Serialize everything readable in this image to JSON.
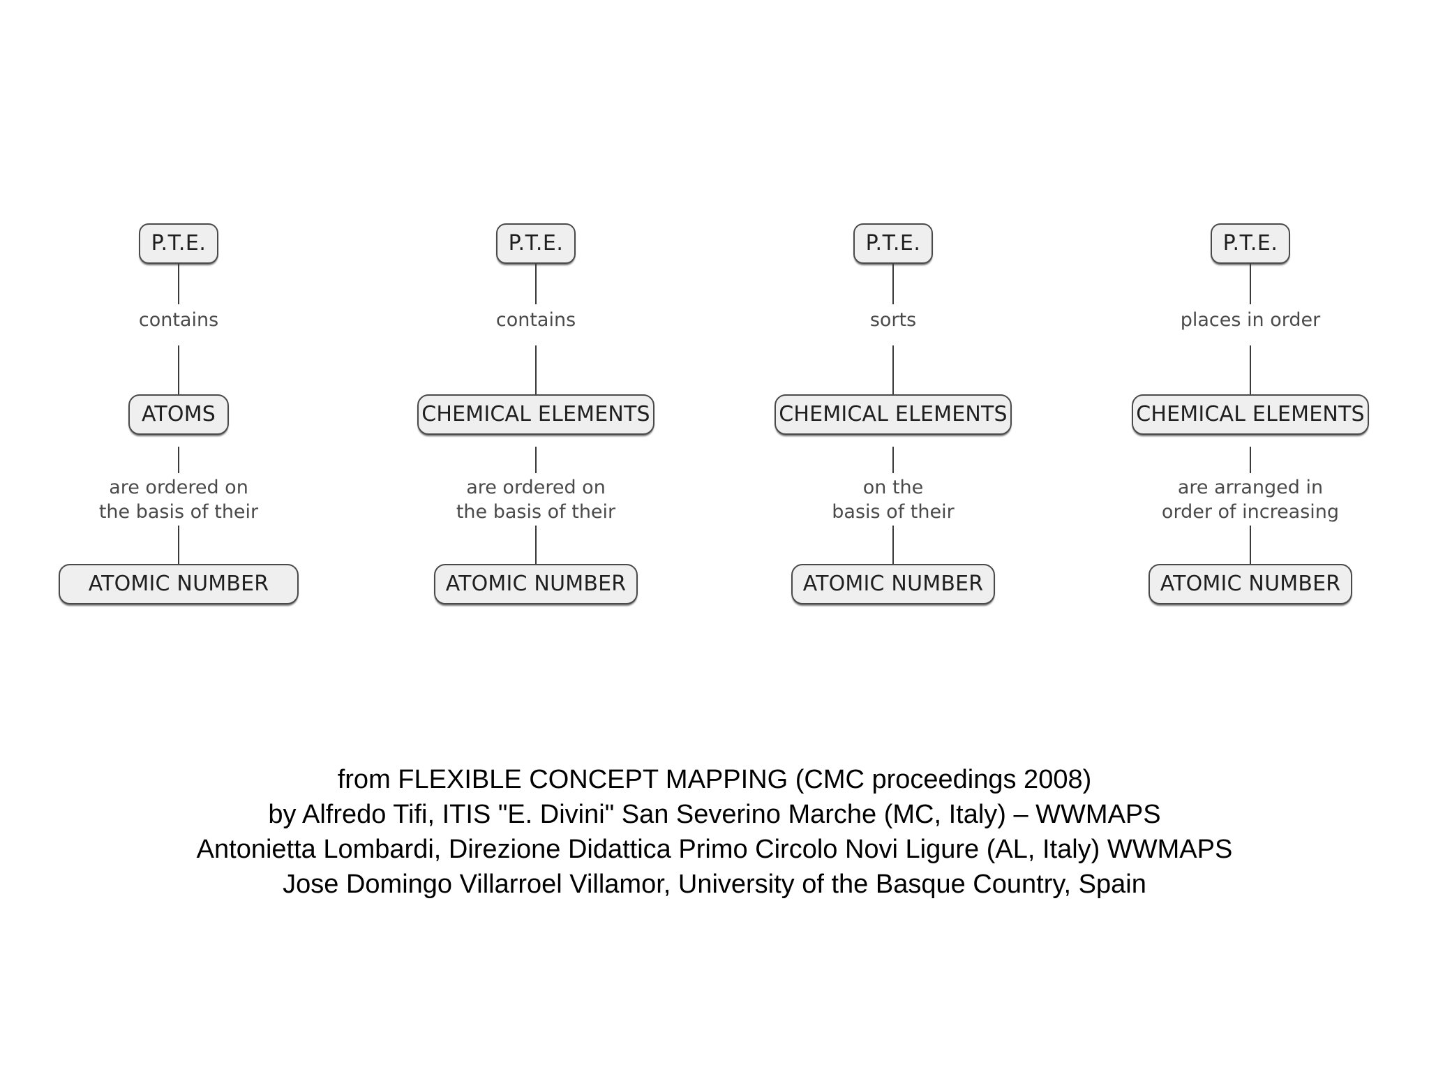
{
  "diagram": {
    "type": "concept-map-variants",
    "columns": [
      {
        "id": "variant-1",
        "top_node": "P.T.E.",
        "link_1": "contains",
        "mid_node": "ATOMS",
        "link_2": "are ordered on\nthe basis of their",
        "bottom_node": "ATOMIC NUMBER",
        "top_node_width": 114,
        "mid_node_width": 144,
        "bottom_node_width": 344
      },
      {
        "id": "variant-2",
        "top_node": "P.T.E.",
        "link_1": "contains",
        "mid_node": "CHEMICAL ELEMENTS",
        "link_2": "are ordered on\nthe basis of their",
        "bottom_node": "ATOMIC NUMBER",
        "top_node_width": 114,
        "mid_node_width": 340,
        "bottom_node_width": 292
      },
      {
        "id": "variant-3",
        "top_node": "P.T.E.",
        "link_1": "sorts",
        "mid_node": "CHEMICAL ELEMENTS",
        "link_2": "on the\nbasis of their",
        "bottom_node": "ATOMIC NUMBER",
        "top_node_width": 114,
        "mid_node_width": 340,
        "bottom_node_width": 292
      },
      {
        "id": "variant-4",
        "top_node": "P.T.E.",
        "link_1": "places in order",
        "mid_node": "CHEMICAL ELEMENTS",
        "link_2": "are arranged in\norder of increasing",
        "bottom_node": "ATOMIC NUMBER",
        "top_node_width": 114,
        "mid_node_width": 340,
        "bottom_node_width": 292
      }
    ],
    "colors": {
      "node_fill": "#efefef",
      "node_border": "#4a4a4a",
      "node_text": "#1f1f1f",
      "link_text": "#4a4a4a",
      "connector": "#3a3a3a",
      "caption_text": "#000000",
      "background": "#ffffff"
    }
  },
  "caption": {
    "lines": [
      "from FLEXIBLE CONCEPT MAPPING (CMC proceedings 2008)",
      "by Alfredo Tifi, ITIS \"E. Divini\" San Severino Marche (MC, Italy) – WWMAPS",
      "Antonietta Lombardi, Direzione Didattica Primo Circolo Novi Ligure (AL, Italy) WWMAPS",
      "Jose Domingo Villarroel Villamor, University of the Basque Country, Spain"
    ]
  }
}
